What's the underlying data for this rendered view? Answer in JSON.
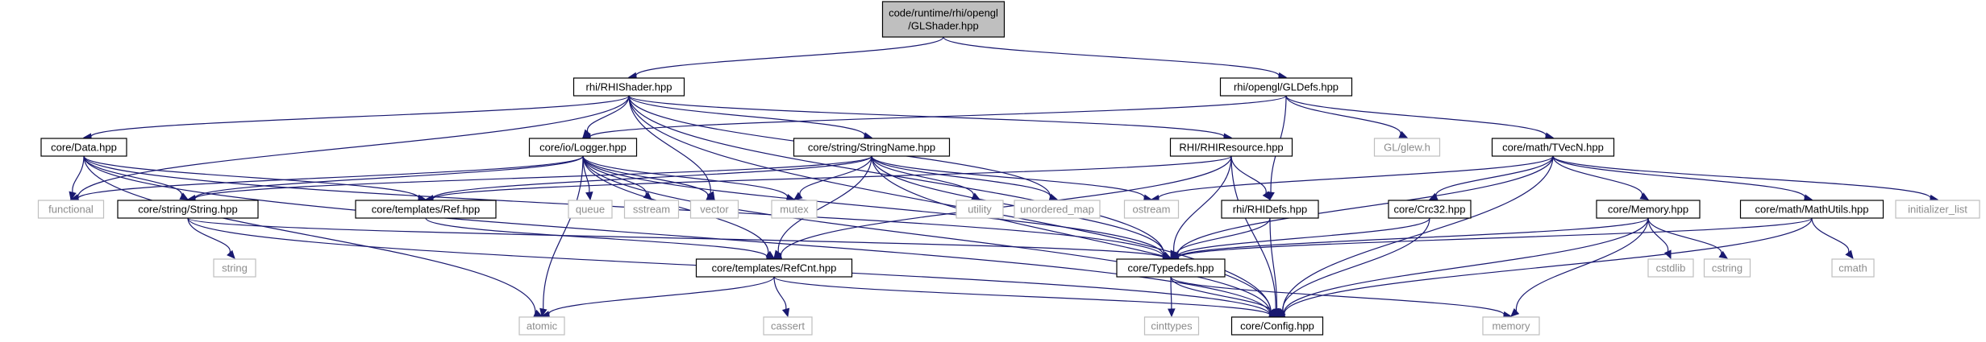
{
  "colors": {
    "edge": "#191970",
    "root_fill": "#bfbfbf",
    "root_stroke": "#000000",
    "local_stroke": "#000000",
    "local_fill": "#ffffff",
    "system_stroke": "#bfbfbf",
    "system_text": "#8c8c8c",
    "text": "#000000"
  },
  "nodes": [
    {
      "id": "glshader",
      "lines": [
        "code/runtime/rhi/opengl",
        "/GLShader.hpp"
      ],
      "kind": "root"
    },
    {
      "id": "rhishader",
      "lines": [
        "rhi/RHIShader.hpp"
      ],
      "kind": "local"
    },
    {
      "id": "gldefs",
      "lines": [
        "rhi/opengl/GLDefs.hpp"
      ],
      "kind": "local"
    },
    {
      "id": "coredata",
      "lines": [
        "core/Data.hpp"
      ],
      "kind": "local"
    },
    {
      "id": "logger",
      "lines": [
        "core/io/Logger.hpp"
      ],
      "kind": "local"
    },
    {
      "id": "stringname",
      "lines": [
        "core/string/StringName.hpp"
      ],
      "kind": "local"
    },
    {
      "id": "rhiresource",
      "lines": [
        "RHI/RHIResource.hpp"
      ],
      "kind": "local"
    },
    {
      "id": "glew",
      "lines": [
        "GL/glew.h"
      ],
      "kind": "system"
    },
    {
      "id": "tvecn",
      "lines": [
        "core/math/TVecN.hpp"
      ],
      "kind": "local"
    },
    {
      "id": "functional",
      "lines": [
        "functional"
      ],
      "kind": "system"
    },
    {
      "id": "string_hpp",
      "lines": [
        "core/string/String.hpp"
      ],
      "kind": "local"
    },
    {
      "id": "ref",
      "lines": [
        "core/templates/Ref.hpp"
      ],
      "kind": "local"
    },
    {
      "id": "queue",
      "lines": [
        "queue"
      ],
      "kind": "system"
    },
    {
      "id": "sstream",
      "lines": [
        "sstream"
      ],
      "kind": "system"
    },
    {
      "id": "vector",
      "lines": [
        "vector"
      ],
      "kind": "system"
    },
    {
      "id": "mutex",
      "lines": [
        "mutex"
      ],
      "kind": "system"
    },
    {
      "id": "utility",
      "lines": [
        "utility"
      ],
      "kind": "system"
    },
    {
      "id": "unordered_map",
      "lines": [
        "unordered_map"
      ],
      "kind": "system"
    },
    {
      "id": "ostream",
      "lines": [
        "ostream"
      ],
      "kind": "system"
    },
    {
      "id": "rhidefs",
      "lines": [
        "rhi/RHIDefs.hpp"
      ],
      "kind": "local"
    },
    {
      "id": "crc32",
      "lines": [
        "core/Crc32.hpp"
      ],
      "kind": "local"
    },
    {
      "id": "memory_hpp",
      "lines": [
        "core/Memory.hpp"
      ],
      "kind": "local"
    },
    {
      "id": "mathutils",
      "lines": [
        "core/math/MathUtils.hpp"
      ],
      "kind": "local"
    },
    {
      "id": "initializer_list",
      "lines": [
        "initializer_list"
      ],
      "kind": "system"
    },
    {
      "id": "string_std",
      "lines": [
        "string"
      ],
      "kind": "system"
    },
    {
      "id": "refcnt",
      "lines": [
        "core/templates/RefCnt.hpp"
      ],
      "kind": "local"
    },
    {
      "id": "typedefs",
      "lines": [
        "core/Typedefs.hpp"
      ],
      "kind": "local"
    },
    {
      "id": "cstdlib",
      "lines": [
        "cstdlib"
      ],
      "kind": "system"
    },
    {
      "id": "cstring",
      "lines": [
        "cstring"
      ],
      "kind": "system"
    },
    {
      "id": "cmath",
      "lines": [
        "cmath"
      ],
      "kind": "system"
    },
    {
      "id": "atomic",
      "lines": [
        "atomic"
      ],
      "kind": "system"
    },
    {
      "id": "cassert",
      "lines": [
        "cassert"
      ],
      "kind": "system"
    },
    {
      "id": "cinttypes",
      "lines": [
        "cinttypes"
      ],
      "kind": "system"
    },
    {
      "id": "config",
      "lines": [
        "core/Config.hpp"
      ],
      "kind": "local"
    },
    {
      "id": "memory_std",
      "lines": [
        "memory"
      ],
      "kind": "system"
    }
  ],
  "edges": [
    [
      "glshader",
      "rhishader"
    ],
    [
      "glshader",
      "gldefs"
    ],
    [
      "rhishader",
      "coredata"
    ],
    [
      "rhishader",
      "logger"
    ],
    [
      "rhishader",
      "stringname"
    ],
    [
      "rhishader",
      "rhiresource"
    ],
    [
      "rhishader",
      "functional"
    ],
    [
      "rhishader",
      "vector"
    ],
    [
      "rhishader",
      "unordered_map"
    ],
    [
      "rhishader",
      "typedefs"
    ],
    [
      "rhishader",
      "config"
    ],
    [
      "gldefs",
      "logger"
    ],
    [
      "gldefs",
      "glew"
    ],
    [
      "gldefs",
      "tvecn"
    ],
    [
      "gldefs",
      "rhidefs"
    ],
    [
      "coredata",
      "functional"
    ],
    [
      "coredata",
      "string_hpp"
    ],
    [
      "coredata",
      "ref"
    ],
    [
      "coredata",
      "typedefs"
    ],
    [
      "coredata",
      "atomic"
    ],
    [
      "coredata",
      "config"
    ],
    [
      "logger",
      "functional"
    ],
    [
      "logger",
      "string_hpp"
    ],
    [
      "logger",
      "queue"
    ],
    [
      "logger",
      "sstream"
    ],
    [
      "logger",
      "vector"
    ],
    [
      "logger",
      "mutex"
    ],
    [
      "logger",
      "typedefs"
    ],
    [
      "logger",
      "atomic"
    ],
    [
      "logger",
      "config"
    ],
    [
      "logger",
      "refcnt"
    ],
    [
      "stringname",
      "string_hpp"
    ],
    [
      "stringname",
      "ref"
    ],
    [
      "stringname",
      "mutex"
    ],
    [
      "stringname",
      "utility"
    ],
    [
      "stringname",
      "unordered_map"
    ],
    [
      "stringname",
      "ostream"
    ],
    [
      "stringname",
      "refcnt"
    ],
    [
      "stringname",
      "typedefs"
    ],
    [
      "stringname",
      "config"
    ],
    [
      "rhiresource",
      "ref"
    ],
    [
      "rhiresource",
      "rhidefs"
    ],
    [
      "rhiresource",
      "refcnt"
    ],
    [
      "rhiresource",
      "typedefs"
    ],
    [
      "rhiresource",
      "config"
    ],
    [
      "tvecn",
      "ostream"
    ],
    [
      "tvecn",
      "crc32"
    ],
    [
      "tvecn",
      "memory_hpp"
    ],
    [
      "tvecn",
      "mathutils"
    ],
    [
      "tvecn",
      "initializer_list"
    ],
    [
      "tvecn",
      "typedefs"
    ],
    [
      "tvecn",
      "config"
    ],
    [
      "string_hpp",
      "string_std"
    ],
    [
      "string_hpp",
      "typedefs"
    ],
    [
      "string_hpp",
      "config"
    ],
    [
      "ref",
      "refcnt"
    ],
    [
      "rhidefs",
      "typedefs"
    ],
    [
      "rhidefs",
      "config"
    ],
    [
      "crc32",
      "typedefs"
    ],
    [
      "crc32",
      "config"
    ],
    [
      "memory_hpp",
      "cstdlib"
    ],
    [
      "memory_hpp",
      "cstring"
    ],
    [
      "memory_hpp",
      "typedefs"
    ],
    [
      "memory_hpp",
      "memory_std"
    ],
    [
      "memory_hpp",
      "config"
    ],
    [
      "mathutils",
      "cmath"
    ],
    [
      "mathutils",
      "typedefs"
    ],
    [
      "mathutils",
      "config"
    ],
    [
      "refcnt",
      "atomic"
    ],
    [
      "refcnt",
      "cassert"
    ],
    [
      "refcnt",
      "config"
    ],
    [
      "typedefs",
      "cinttypes"
    ],
    [
      "typedefs",
      "config"
    ],
    [
      "typedefs",
      "memory_std"
    ]
  ]
}
